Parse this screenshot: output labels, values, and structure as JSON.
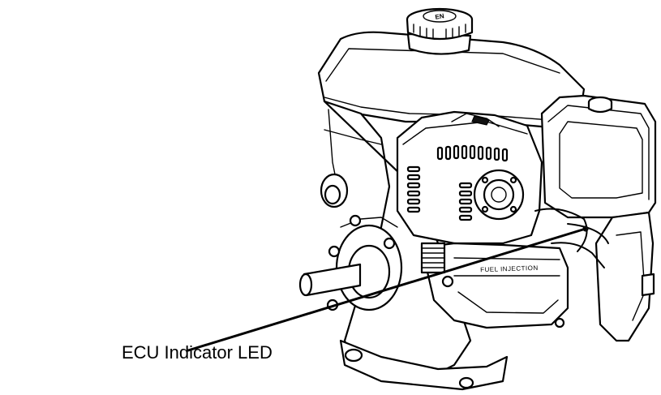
{
  "callout": {
    "label": "ECU Indicator LED"
  },
  "engine_markings": {
    "filler_cap_mark": "EN",
    "cover_text": "FUEL INJECTION"
  }
}
